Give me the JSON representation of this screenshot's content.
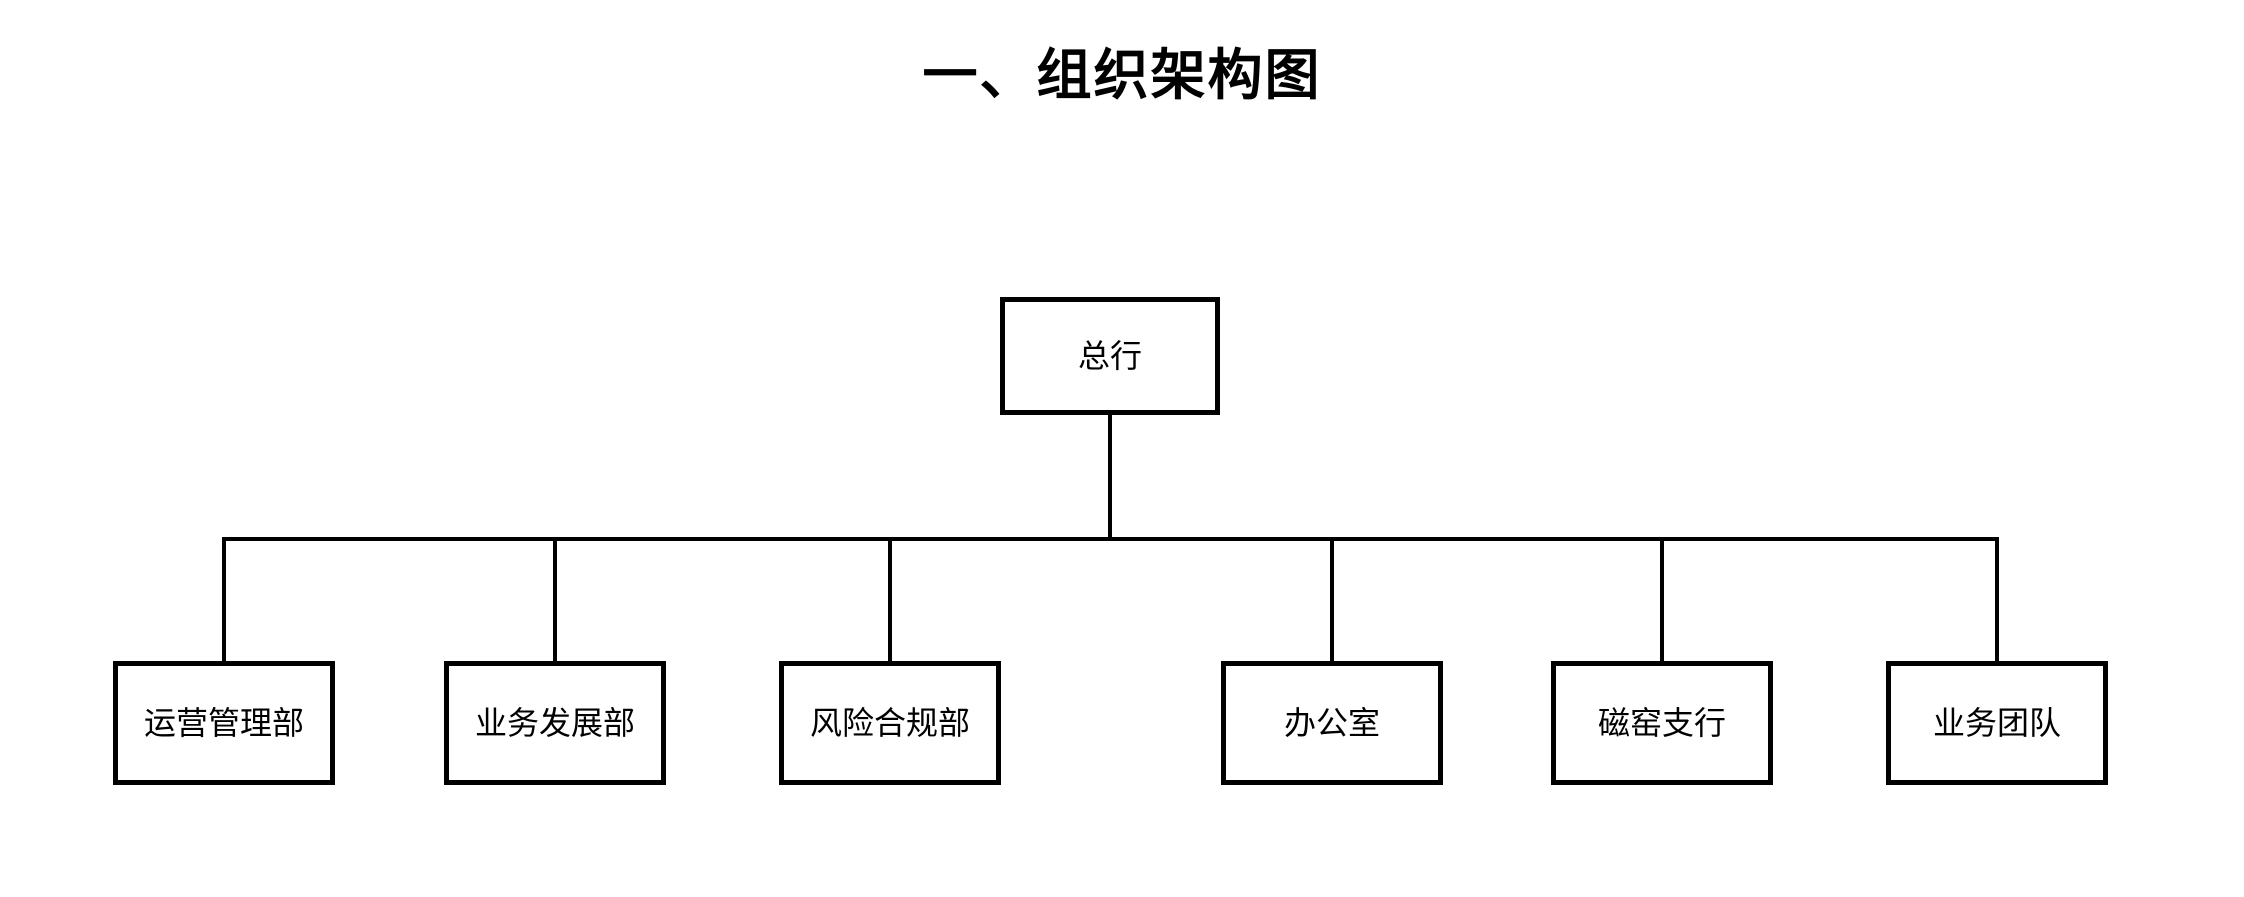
{
  "page": {
    "title": "一、组织架构图",
    "background_color": "#ffffff"
  },
  "org_chart": {
    "type": "tree",
    "line_color": "#000000",
    "node_border_color": "#000000",
    "node_fill_color": "#ffffff",
    "root": {
      "label": "总行"
    },
    "departments": [
      {
        "label": "运营管理部"
      },
      {
        "label": "业务发展部"
      },
      {
        "label": "风险合规部"
      },
      {
        "label": "办公室"
      },
      {
        "label": "磁窑支行"
      },
      {
        "label": "业务团队"
      }
    ]
  }
}
